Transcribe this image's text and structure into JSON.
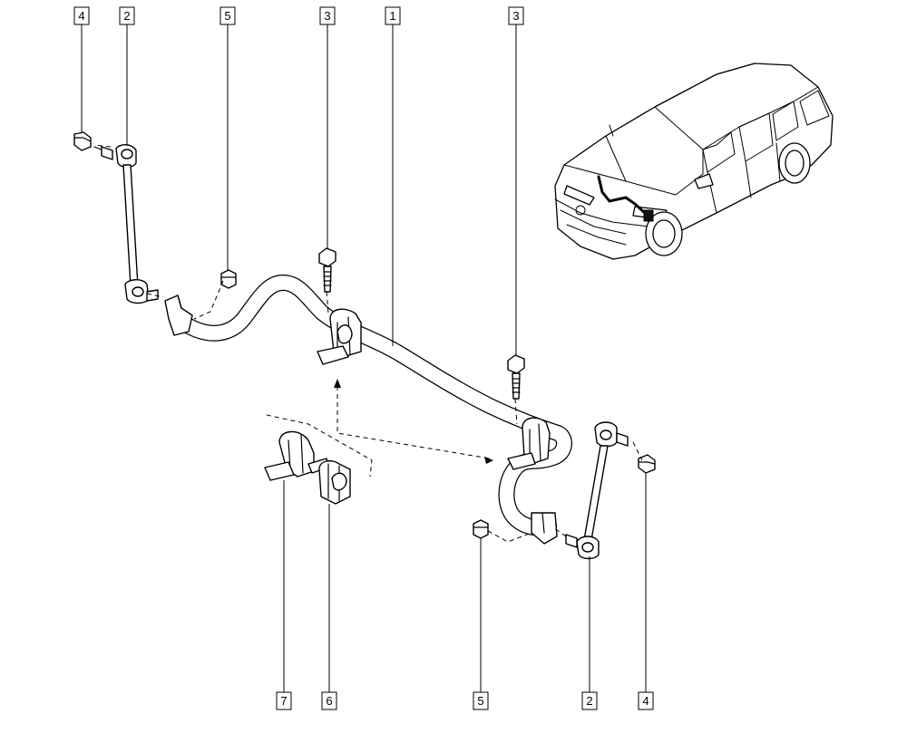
{
  "callouts": {
    "top_left_4": "4",
    "top_left_2": "2",
    "top_5": "5",
    "top_3_left": "3",
    "top_1": "1",
    "top_3_right": "3",
    "bottom_7": "7",
    "bottom_6": "6",
    "bottom_5": "5",
    "bottom_2": "2",
    "bottom_4": "4"
  }
}
